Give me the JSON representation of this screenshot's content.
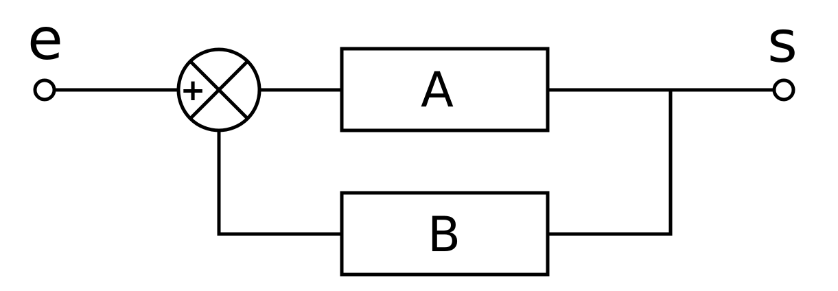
{
  "labels": {
    "input": "e",
    "output": "s",
    "block_forward": "A",
    "block_feedback": "B"
  },
  "summing_junction": {
    "sign": "+"
  },
  "colors": {
    "stroke": "#000000",
    "background": "#ffffff"
  }
}
